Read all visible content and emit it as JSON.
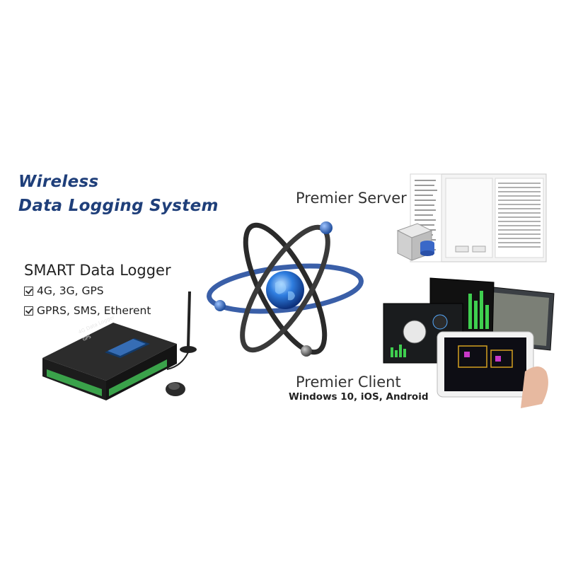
{
  "title": {
    "line1": "Wireless",
    "line2": "Data Logging System"
  },
  "logger": {
    "heading": "SMART Data Logger",
    "features": [
      "4G, 3G, GPS",
      "GPRS, SMS, Etherent"
    ],
    "device_label_1": "4G Data Logger",
    "device_label_2": "GPS"
  },
  "server": {
    "heading": "Premier Server"
  },
  "client": {
    "heading": "Premier Client",
    "platforms": "Windows 10, iOS, Android"
  },
  "colors": {
    "title": "#1f3f7a",
    "orbit_outer": "#3a5fa8",
    "orbit_inner": "#2a2a2a",
    "globe": "#1f63c8"
  }
}
